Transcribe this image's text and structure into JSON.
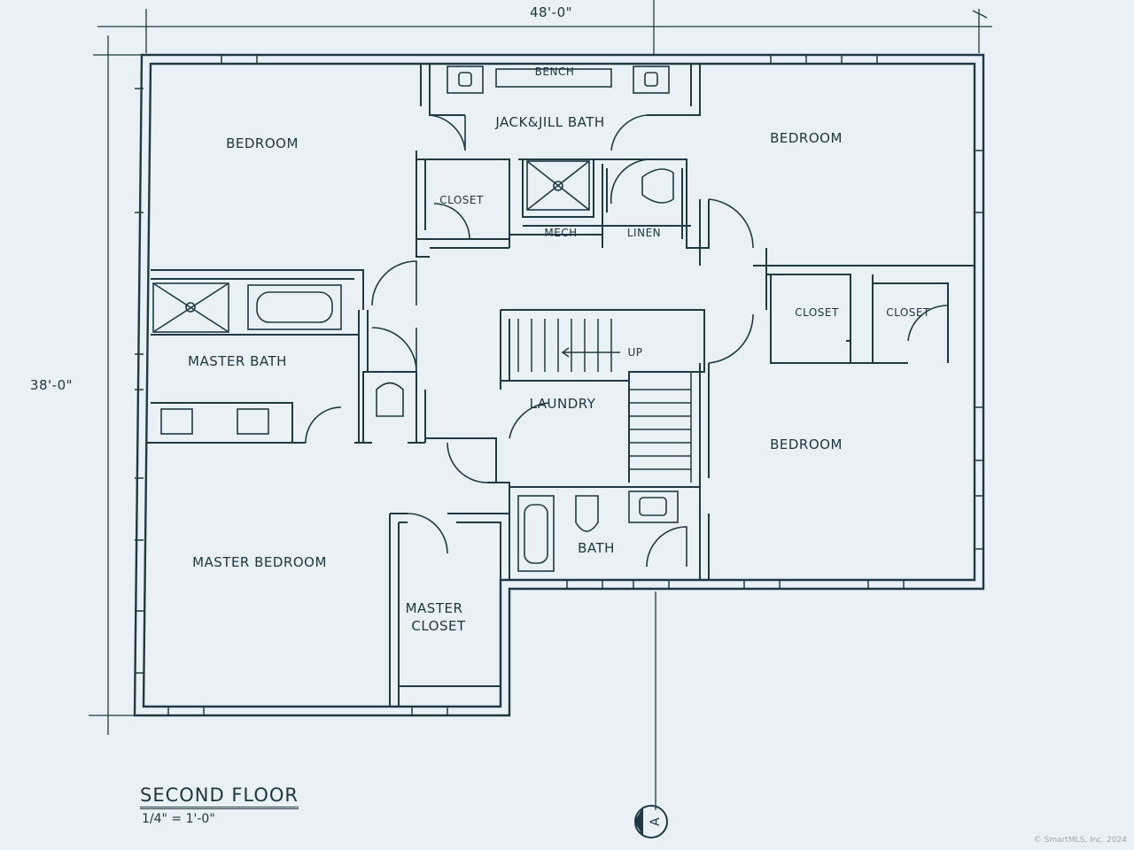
{
  "dimensions": {
    "width": "48'-0\"",
    "depth": "38'-0\""
  },
  "rooms": {
    "bedroom_nw": "BEDROOM",
    "bench": "BENCH",
    "jack_jill": "JACK&JILL BATH",
    "bedroom_ne": "BEDROOM",
    "closet_nw": "CLOSET",
    "mech": "MECH",
    "linen": "LINEN",
    "closet_e1": "CLOSET",
    "closet_e2": "CLOSET",
    "master_bath": "MASTER BATH",
    "up": "UP",
    "laundry": "LAUNDRY",
    "bedroom_se": "BEDROOM",
    "bath": "BATH",
    "master_bedroom": "MASTER BEDROOM",
    "master_closet_1": "MASTER",
    "master_closet_2": "CLOSET"
  },
  "section_marker": "A",
  "title": "SECOND FLOOR",
  "scale": "1/4\" = 1'-0\"",
  "watermark": "© SmartMLS, Inc. 2024"
}
